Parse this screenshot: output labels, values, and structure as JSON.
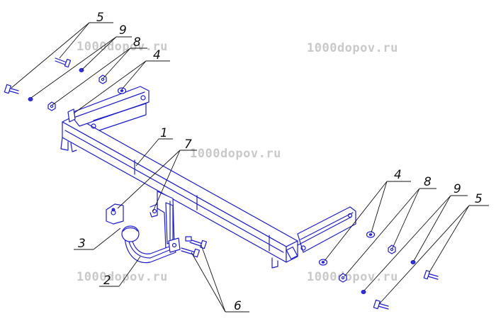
{
  "watermarks": [
    "1000dopov.ru",
    "1000dopov.ru",
    "1000dopov.ru",
    "1000dopov.ru",
    "1000dopov.ru"
  ],
  "callouts": {
    "left_5": "5",
    "left_9": "9",
    "left_8": "8",
    "left_4": "4",
    "beam_1": "1",
    "bracket_7": "7",
    "ball_3": "3",
    "neck_2": "2",
    "bolts_6": "6",
    "right_4": "4",
    "right_8": "8",
    "right_9": "9",
    "right_5": "5"
  },
  "colors": {
    "drawing": "#1b1bd0",
    "leader": "#111111",
    "watermark": "#c9c9c9"
  }
}
